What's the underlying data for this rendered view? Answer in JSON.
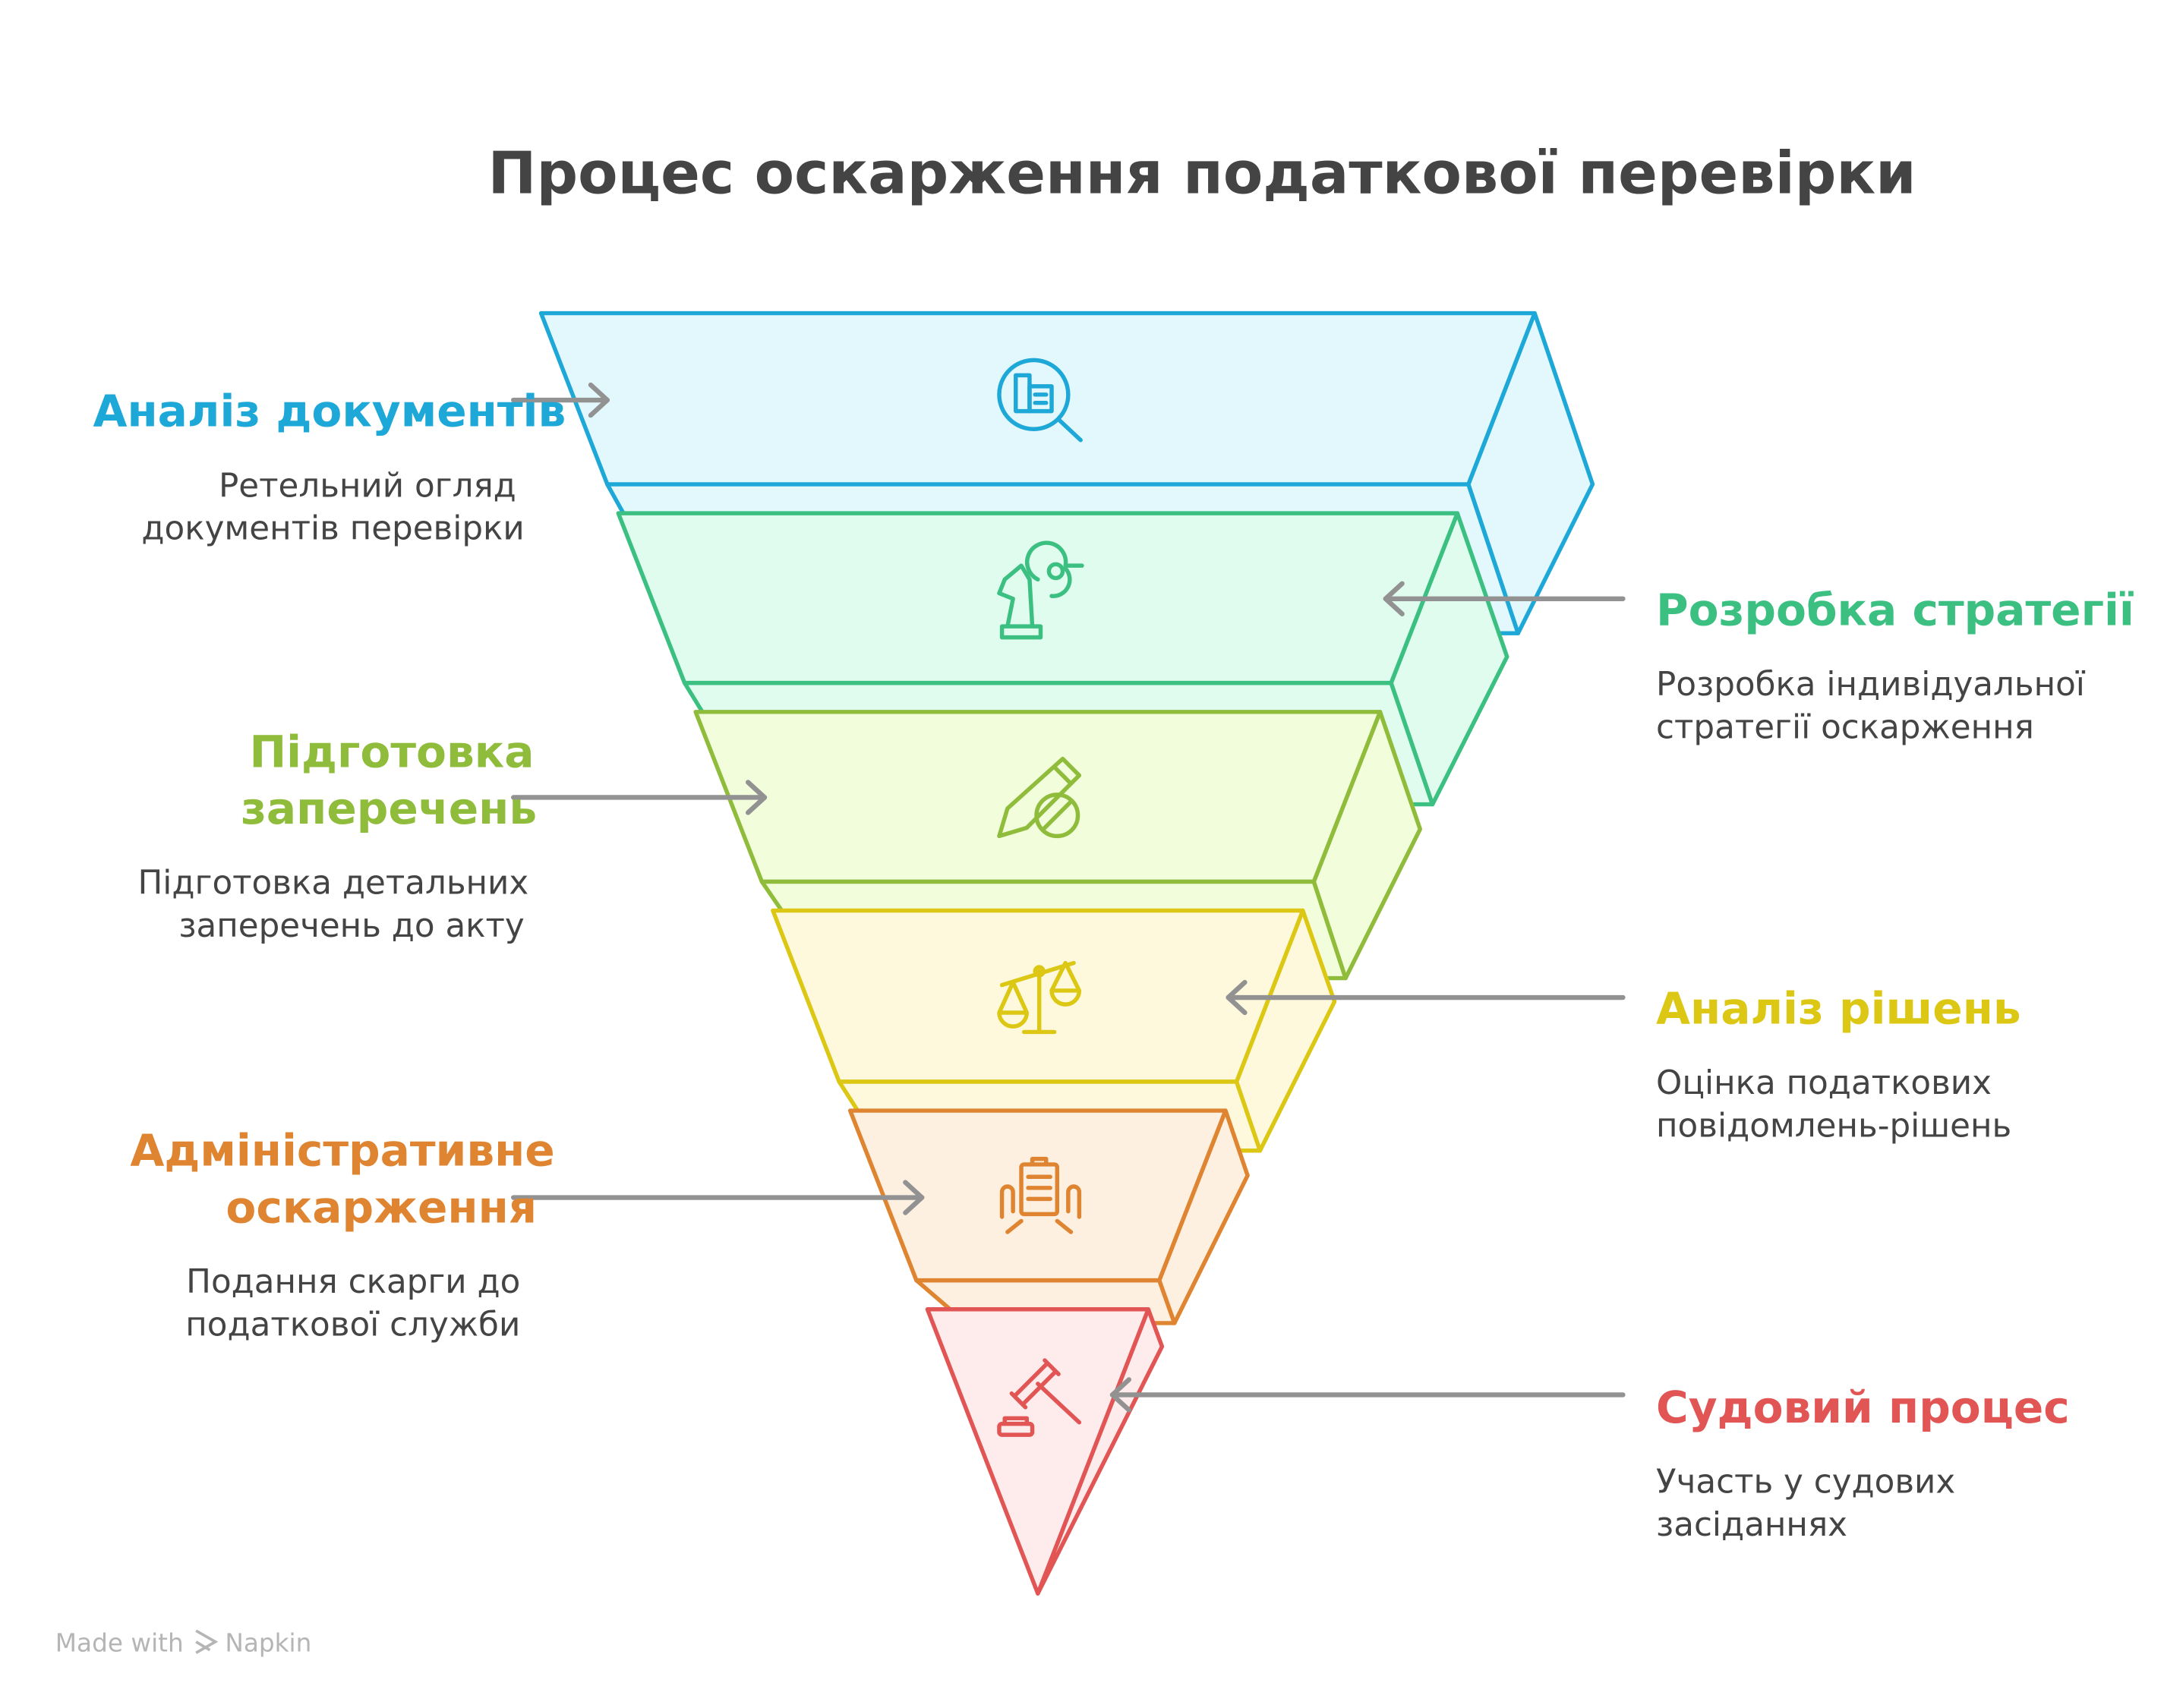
{
  "title": "Процес оскарження податкової перевірки",
  "steps": [
    {
      "label": "Аналіз документів",
      "desc": [
        "Ретельний огляд",
        "документів перевірки"
      ],
      "icon": "document-search-icon",
      "color": "#1EA8D8",
      "fill": "#E3F8FD"
    },
    {
      "label": "Розробка стратегії",
      "desc": [
        "Розробка індивідуальної",
        "стратегії оскарження"
      ],
      "icon": "chess-knight-strategy-icon",
      "color": "#3CC082",
      "fill": "#DFFCEE"
    },
    {
      "label": [
        "Підготовка",
        "заперечень"
      ],
      "desc": [
        "Підготовка детальних",
        "заперечень до акту"
      ],
      "icon": "pencil-objection-icon",
      "color": "#90BC3C",
      "fill": "#F1FDDB"
    },
    {
      "label": "Аналіз рішень",
      "desc": [
        "Оцінка податкових",
        "повідомлень-рішень"
      ],
      "icon": "scales-icon",
      "color": "#DCC814",
      "fill": "#FEF9DC"
    },
    {
      "label": [
        "Адміністративне",
        "оскарження"
      ],
      "desc": [
        "Подання скарги до",
        "податкової служби"
      ],
      "icon": "clipboard-hands-icon",
      "color": "#DF8430",
      "fill": "#FEF0E0"
    },
    {
      "label": "Судовий процес",
      "desc": [
        "Участь у судових",
        "засіданнях"
      ],
      "icon": "gavel-icon",
      "color": "#E25555",
      "fill": "#FEEBEB"
    }
  ],
  "footer": {
    "made_with": "Made with",
    "brand": "Napkin"
  }
}
